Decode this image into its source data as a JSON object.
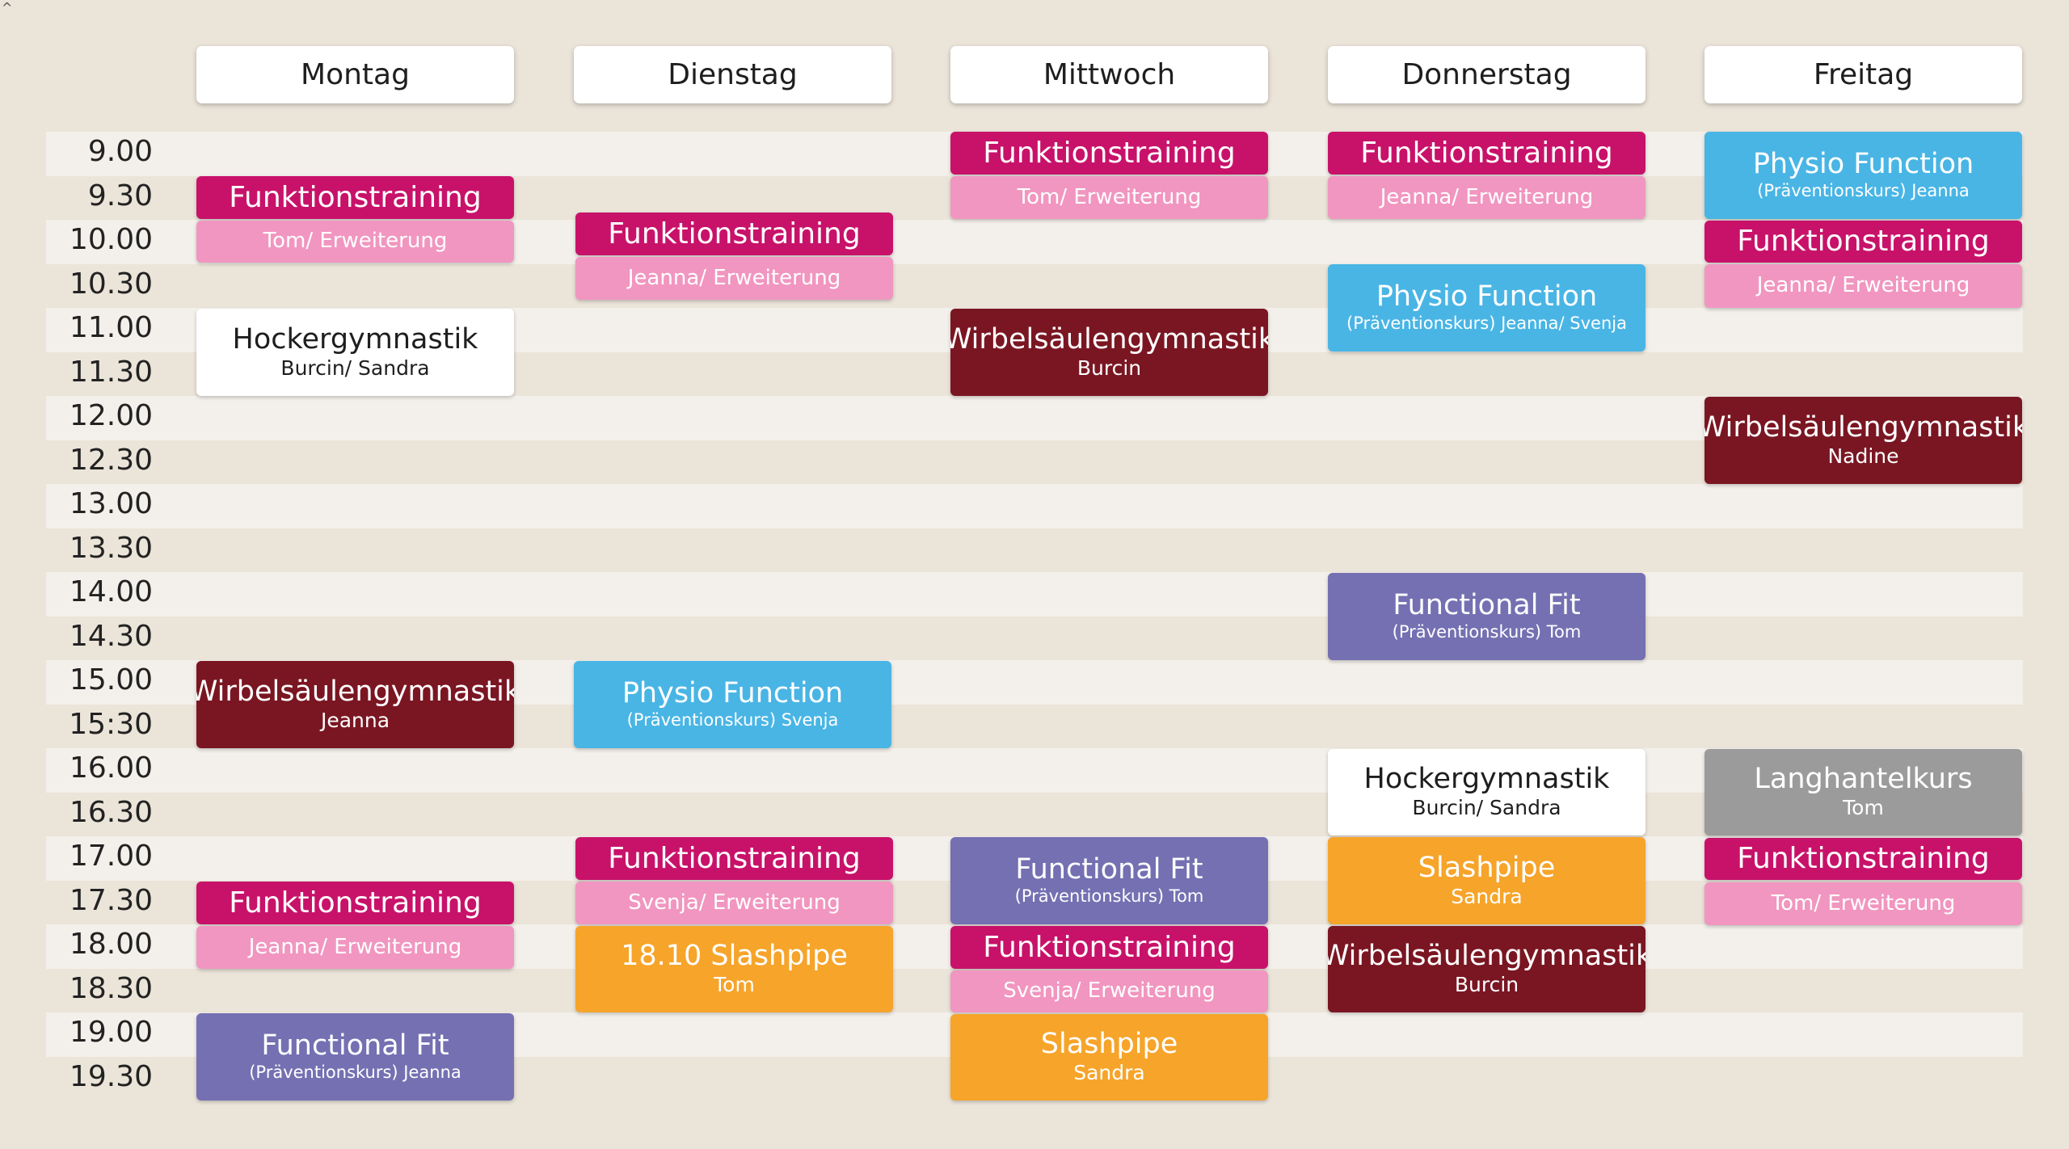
{
  "corner_caret": "^",
  "colors": {
    "background": "#ebe4d9",
    "band": "#f3f0eb",
    "magenta": "#c8126a",
    "pink": "#f196c0",
    "blue": "#49b5e5",
    "burgundy": "#7a1622",
    "purple": "#7570b2",
    "orange": "#f6a42a",
    "gray": "#9b9b9b",
    "white": "#ffffff"
  },
  "days": [
    "Montag",
    "Dienstag",
    "Mittwoch",
    "Donnerstag",
    "Freitag"
  ],
  "times": [
    "9.00",
    "9.30",
    "10.00",
    "10.30",
    "11.00",
    "11.30",
    "12.00",
    "12.30",
    "13.00",
    "13.30",
    "14.00",
    "14.30",
    "15.00",
    "15:30",
    "16.00",
    "16.30",
    "17.00",
    "17.30",
    "18.00",
    "18.30",
    "19.00",
    "19.30"
  ],
  "courses": {
    "mo_funktion_title": "Funktionstraining",
    "mo_funktion_sub": "Tom/ Erweiterung",
    "mo_hocker_title": "Hockergymnastik",
    "mo_hocker_sub": "Burcin/ Sandra",
    "mo_wirbel_title": "Wirbelsäulengymnastik",
    "mo_wirbel_sub": "Jeanna",
    "mo_funktion2_title": "Funktionstraining",
    "mo_funktion2_sub": "Jeanna/ Erweiterung",
    "mo_fit_title": "Functional Fit",
    "mo_fit_sub": "(Präventionskurs) Jeanna",
    "di_funktion_title": "Funktionstraining",
    "di_funktion_sub": "Jeanna/ Erweiterung",
    "di_physio_title": "Physio Function",
    "di_physio_sub": "(Präventionskurs) Svenja",
    "di_funktion2_title": "Funktionstraining",
    "di_funktion2_sub": "Svenja/ Erweiterung",
    "di_slash_title": "18.10 Slashpipe",
    "di_slash_sub": "Tom",
    "mi_funktion_title": "Funktionstraining",
    "mi_funktion_sub": "Tom/ Erweiterung",
    "mi_wirbel_title": "Wirbelsäulengymnastik",
    "mi_wirbel_sub": "Burcin",
    "mi_fit_title": "Functional Fit",
    "mi_fit_sub": "(Präventionskurs) Tom",
    "mi_funktion2_title": "Funktionstraining",
    "mi_funktion2_sub": "Svenja/ Erweiterung",
    "mi_slash_title": "Slashpipe",
    "mi_slash_sub": "Sandra",
    "do_funktion_title": "Funktionstraining",
    "do_funktion_sub": "Jeanna/ Erweiterung",
    "do_physio_title": "Physio Function",
    "do_physio_sub": "(Präventionskurs) Jeanna/ Svenja",
    "do_fit_title": "Functional Fit",
    "do_fit_sub": "(Präventionskurs) Tom",
    "do_hocker_title": "Hockergymnastik",
    "do_hocker_sub": "Burcin/ Sandra",
    "do_slash_title": "Slashpipe",
    "do_slash_sub": "Sandra",
    "do_wirbel_title": "Wirbelsäulengymnastik",
    "do_wirbel_sub": "Burcin",
    "fr_physio_title": "Physio Function",
    "fr_physio_sub": "(Präventionskurs) Jeanna",
    "fr_funktion_title": "Funktionstraining",
    "fr_funktion_sub": "Jeanna/ Erweiterung",
    "fr_wirbel_title": "Wirbelsäulengymnastik",
    "fr_wirbel_sub": "Nadine",
    "fr_lang_title": "Langhantelkurs",
    "fr_lang_sub": "Tom",
    "fr_funktion2_title": "Funktionstraining",
    "fr_funktion2_sub": "Tom/ Erweiterung"
  }
}
